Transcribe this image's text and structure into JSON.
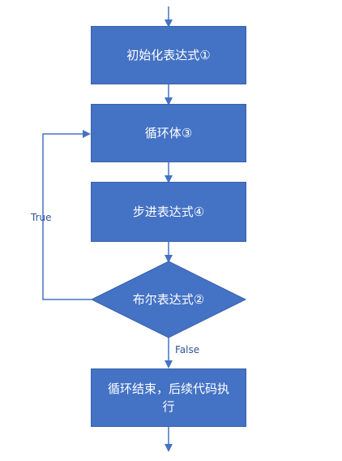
{
  "nodes": {
    "init": "初始化表达式①",
    "body": "循环体③",
    "step": "步进表达式④",
    "cond": "布尔表达式②",
    "end": "循环结束，后续代码执行"
  },
  "edges": {
    "true_label": "True",
    "false_label": "False"
  },
  "colors": {
    "box_fill": "#4472c4",
    "line": "#4472c4",
    "label_text": "#2f5597"
  }
}
